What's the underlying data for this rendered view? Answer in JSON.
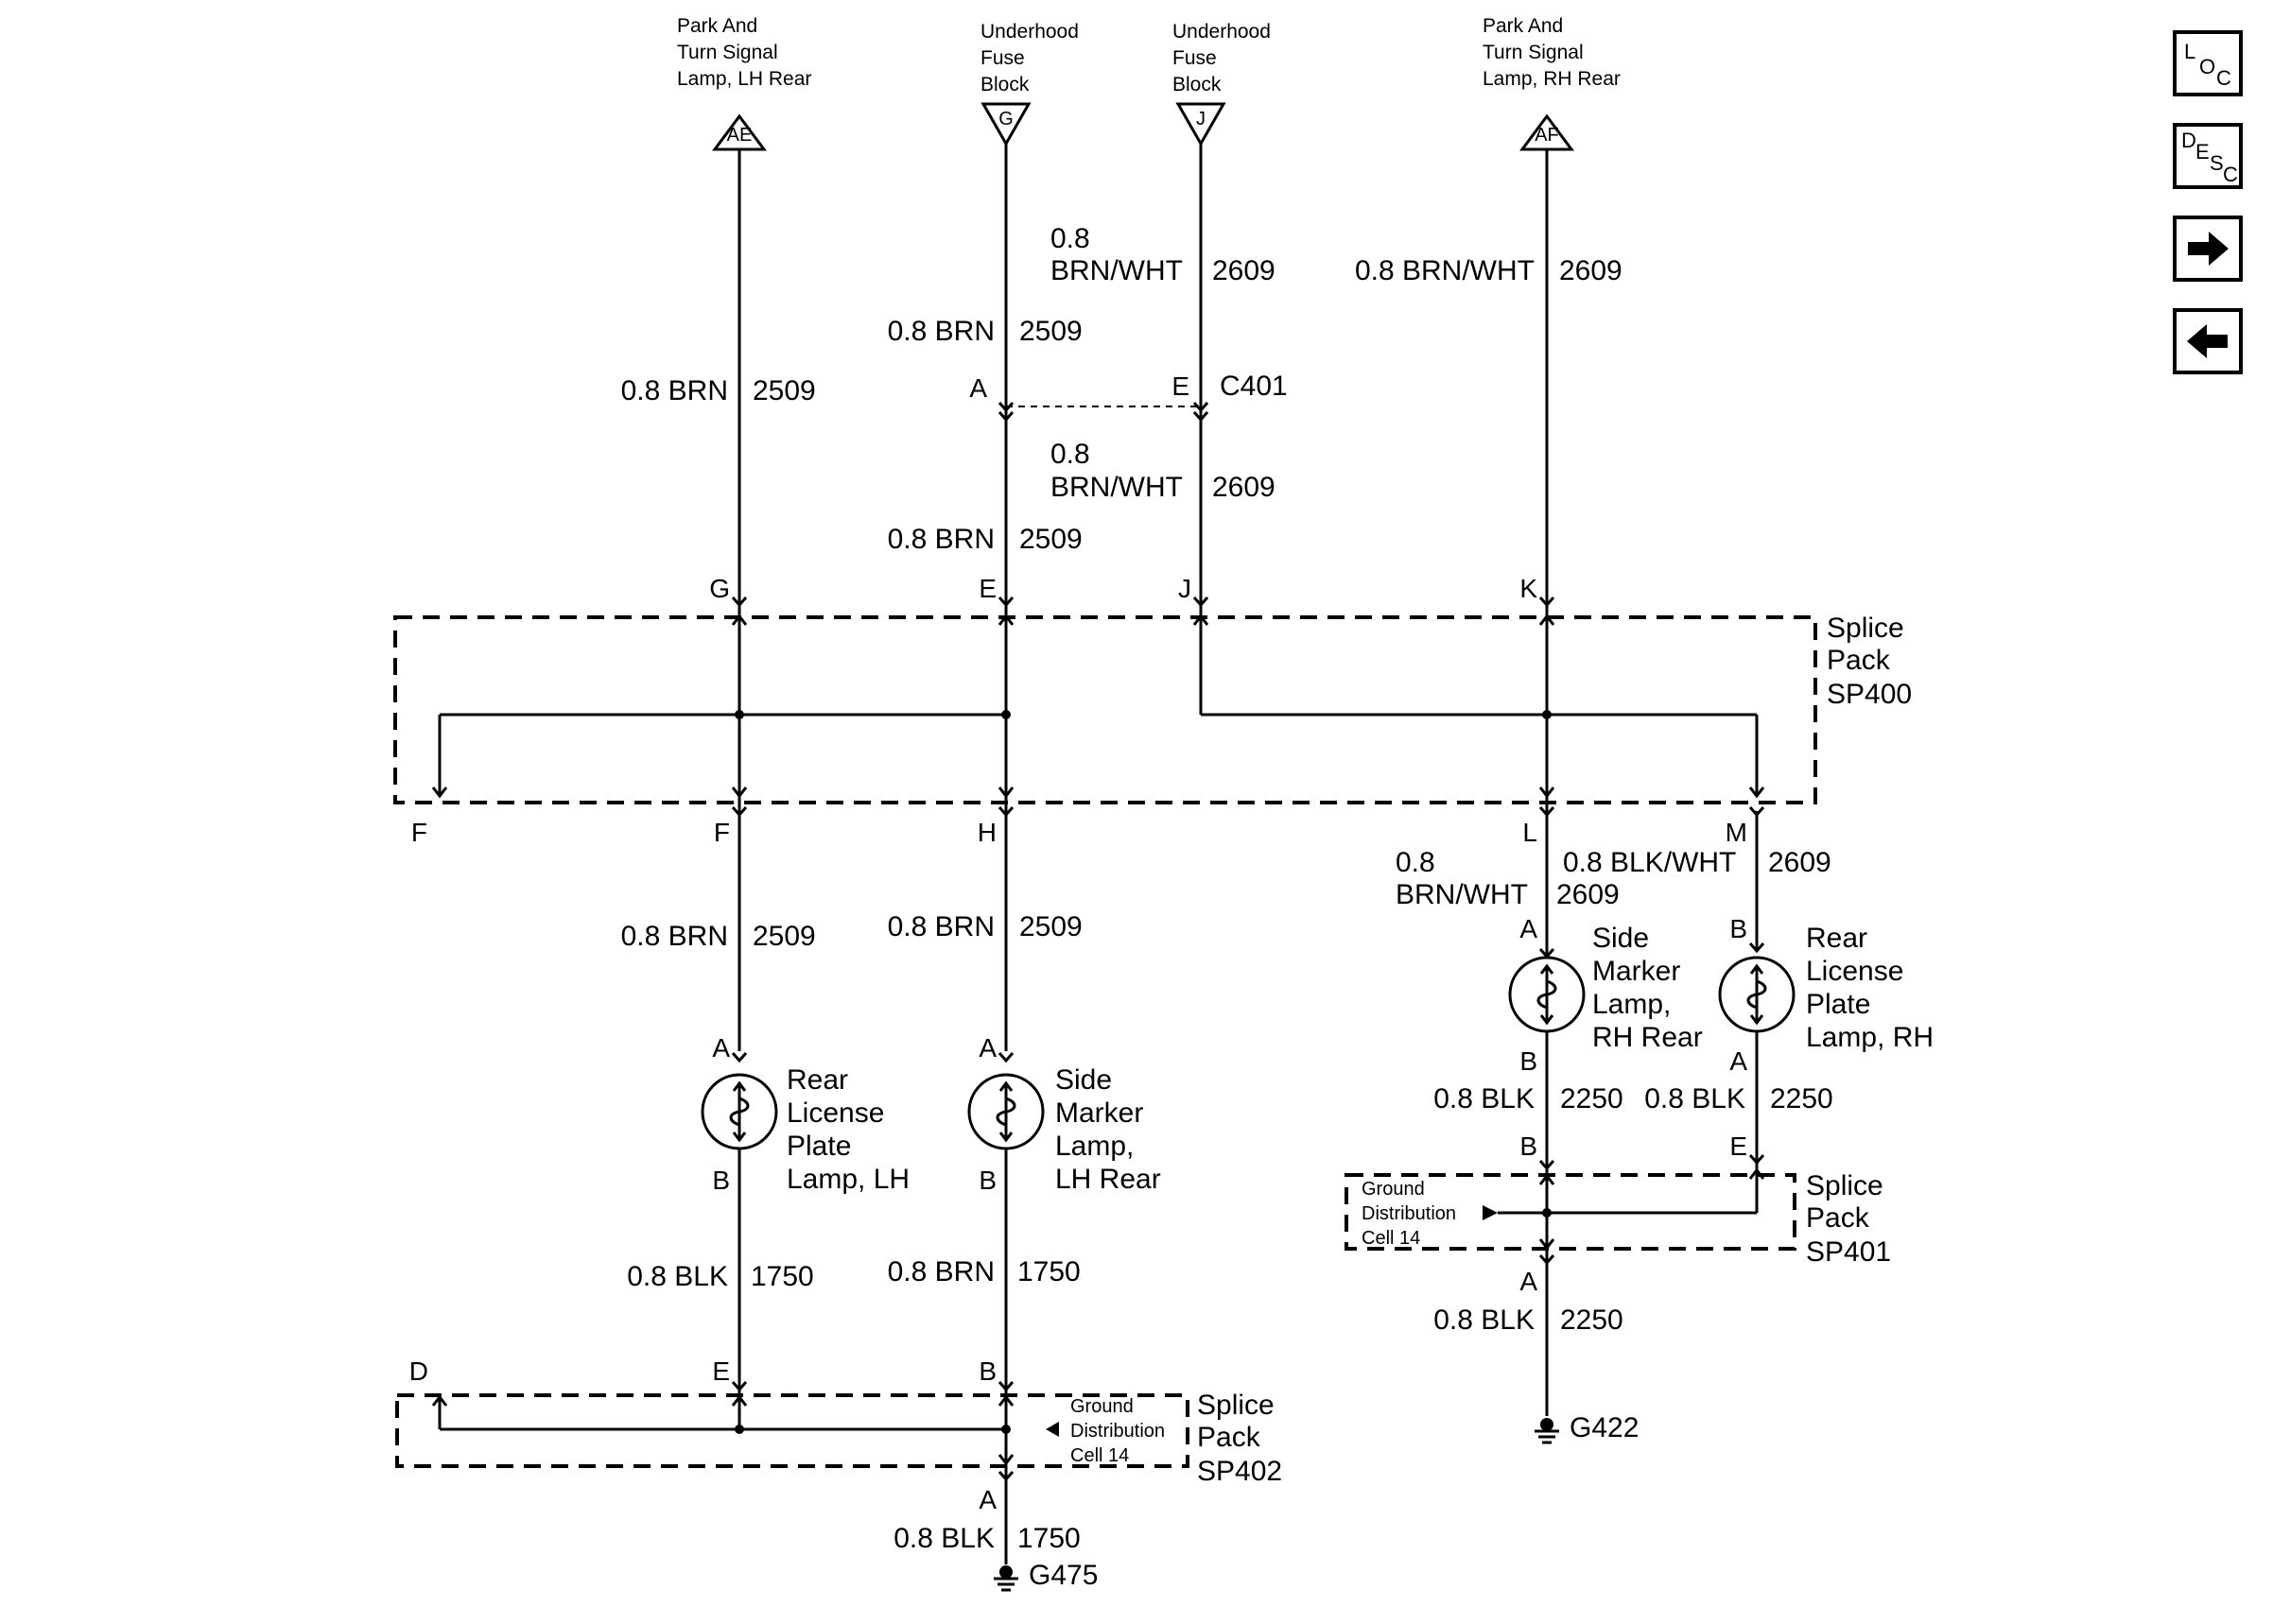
{
  "sources": {
    "ae": {
      "lines": [
        "Park And",
        "Turn Signal",
        "Lamp, LH Rear"
      ],
      "letter": "AE"
    },
    "g": {
      "lines": [
        "Underhood",
        "Fuse",
        "Block"
      ],
      "letter": "G"
    },
    "j": {
      "lines": [
        "Underhood",
        "Fuse",
        "Block"
      ],
      "letter": "J"
    },
    "af": {
      "lines": [
        "Park And",
        "Turn Signal",
        "Lamp, RH Rear"
      ],
      "letter": "AF"
    }
  },
  "wires": {
    "brn": "0.8 BRN",
    "blk": "0.8 BLK",
    "brnwht": "0.8 BRN/WHT",
    "gauge": "0.8",
    "color_brnwht": "BRN/WHT",
    "blkwht": "0.8 BLK/WHT",
    "c2509": "2509",
    "c2609": "2609",
    "c1750": "1750",
    "c2250": "2250"
  },
  "connector": "C401",
  "pins": {
    "A": "A",
    "B": "B",
    "D": "D",
    "E": "E",
    "F": "F",
    "G": "G",
    "H": "H",
    "J": "J",
    "K": "K",
    "L": "L",
    "M": "M"
  },
  "splice_packs": {
    "sp400": [
      "Splice",
      "Pack",
      "SP400"
    ],
    "sp401": [
      "Splice",
      "Pack",
      "SP401"
    ],
    "sp402": [
      "Splice",
      "Pack",
      "SP402"
    ]
  },
  "ground_distribution": [
    "Ground",
    "Distribution",
    "Cell 14"
  ],
  "lamps": {
    "rear_license_lh": [
      "Rear",
      "License",
      "Plate",
      "Lamp, LH"
    ],
    "side_marker_lh": [
      "Side",
      "Marker",
      "Lamp,",
      "LH Rear"
    ],
    "side_marker_rh": [
      "Side",
      "Marker",
      "Lamp,",
      "RH Rear"
    ],
    "rear_license_rh": [
      "Rear",
      "License",
      "Plate",
      "Lamp, RH"
    ]
  },
  "grounds": {
    "g475": "G475",
    "g422": "G422"
  },
  "nav": {
    "loc": [
      "L",
      "O",
      "C"
    ],
    "desc": [
      "D",
      "E",
      "S",
      "C"
    ],
    "forward_icon": "arrow-right-icon",
    "back_icon": "arrow-left-icon"
  }
}
